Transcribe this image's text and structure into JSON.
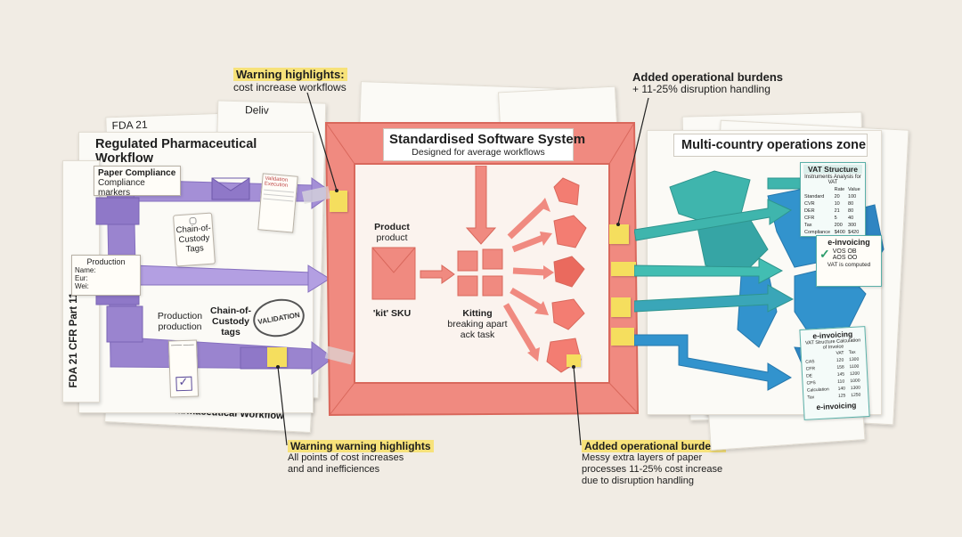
{
  "callouts": {
    "top_left": {
      "title": "Warning highlights:",
      "sub": "cost increase workflows"
    },
    "top_right": {
      "title": "Added operational burdens",
      "sub": "+ 11-25% disruption handling"
    },
    "bottom_left": {
      "title": "Warning warning highlights",
      "sub1": "All points of cost increases",
      "sub2": "and and inefficiences"
    },
    "bottom_right": {
      "title": "Added operational burdens",
      "sub1": "Messy extra layers of paper",
      "sub2": "processes 11-25% cost increase",
      "sub3": "due to disruption handling"
    }
  },
  "left_panel": {
    "title": "Regulated Pharmaceutical Workflow",
    "bottom_title": "Regulated Pharmaceutical Workflow",
    "vertical_label": "FDA 21 CFR Part 11",
    "bg_labels": [
      "FDA 21",
      "Deliv"
    ],
    "paper_compliance_title": "Paper Compliance",
    "paper_compliance_sub": "Compliance markers",
    "tag_top": "Chain-of-Custody Tags",
    "production_card_title": "Production",
    "production_card_fields": [
      "Name:",
      "Eur:",
      "Wei:"
    ],
    "production_label1": "Production",
    "production_label2": "production",
    "coc_bottom": "Chain-of-Custody tags",
    "stamp": "VALIDATION",
    "validation_card_title": "Validation Execution"
  },
  "center_panel": {
    "title": "Standardised Software System",
    "subtitle": "Designed for average workflows",
    "product_title": "Product",
    "product_sub": "product",
    "kit_label": "'kit' SKU",
    "kitting_title": "Kitting",
    "kitting_sub1": "breaking apart",
    "kitting_sub2": "ack task"
  },
  "right_panel": {
    "title": "Multi-country operations zone",
    "vat_title": "VAT Structure",
    "vat_sub": "Instruments Analysis for VAT",
    "vat_cols": [
      "",
      "Rate",
      "Value"
    ],
    "vat_rows": [
      [
        "Standard",
        "20",
        "100"
      ],
      [
        "CVR",
        "10",
        "80"
      ],
      [
        "DER",
        "21",
        "80"
      ],
      [
        "CFR",
        "5",
        "40"
      ],
      [
        "Tax",
        "200",
        "300"
      ]
    ],
    "vat_footer": [
      "Compliance",
      "$400",
      "$420"
    ],
    "einv1_title": "e-invoicing",
    "einv1_line1": "VOS OB",
    "einv1_line2": "AOS OO",
    "einv1_note": "VAT is computed",
    "einv2_title": "e-invoicing",
    "einv2_sub": "VAT Structure Calculation of Invoice",
    "einv2_cols": [
      "",
      "VAT",
      "Tax"
    ],
    "einv2_rows": [
      [
        "CAS",
        "120",
        "1300"
      ],
      [
        "CFR",
        "158",
        "1100"
      ],
      [
        "DE",
        "145",
        "1200"
      ],
      [
        "CPS",
        "110",
        "1000"
      ],
      [
        "Calculation",
        "140",
        "1300"
      ],
      [
        "Tax",
        "125",
        "1250"
      ]
    ],
    "einv2_footer": "e-invoicing"
  },
  "colors": {
    "purple": "#a48fd6",
    "purple_dark": "#8670bf",
    "salmon": "#f08a80",
    "salmon_dark": "#e27468",
    "teal": "#3fb5ad",
    "blue": "#3293cd",
    "sticky": "#f5de5e",
    "highlight": "#f7e27a"
  }
}
